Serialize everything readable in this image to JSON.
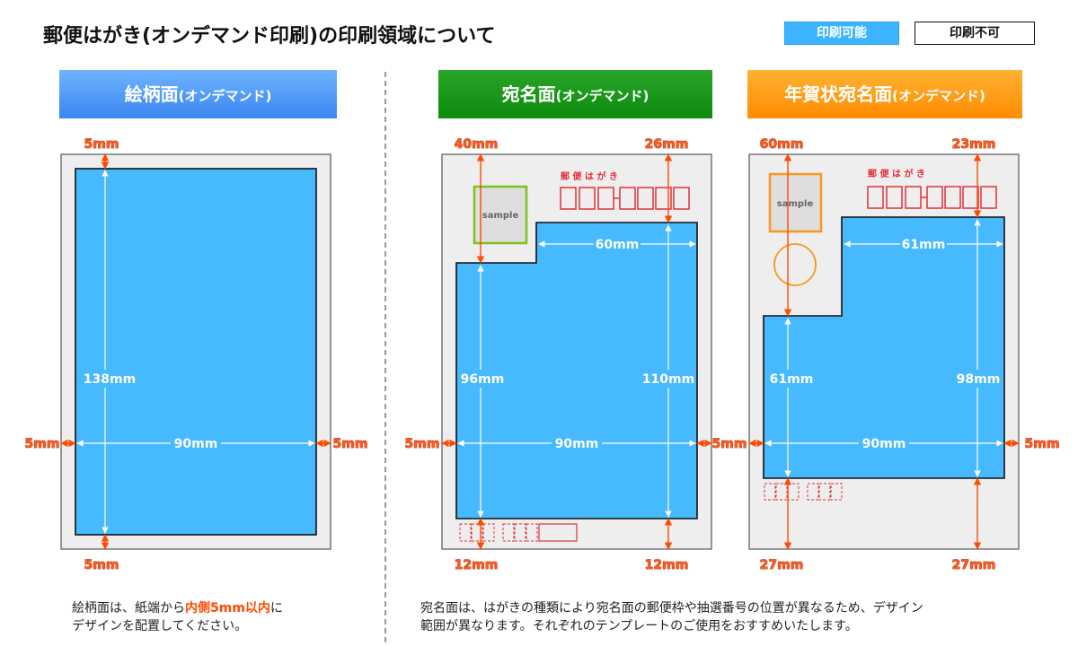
{
  "header": {
    "title": "郵便はがき(オンデマンド印刷)の印刷領域について",
    "legend_printable": "印刷可能",
    "legend_not_printable": "印刷不可"
  },
  "colors": {
    "printable": "#47b9ff",
    "not_printable": "#eeeeee",
    "dimension_arrow": "#ff4a00",
    "inner_arrow": "#ffffff",
    "postcode_frame": "#e0303a"
  },
  "panels": {
    "picture": {
      "title": "絵柄面",
      "subtitle": "(オンデマンド)",
      "top_margin": "5mm",
      "bottom_margin": "5mm",
      "left_margin": "5mm",
      "right_margin": "5mm",
      "width_label": "90mm",
      "height_label": "138mm"
    },
    "address": {
      "title": "宛名面",
      "subtitle": "(オンデマンド)",
      "top_left": "40mm",
      "top_right": "26mm",
      "bottom_left": "12mm",
      "bottom_right": "12mm",
      "left_margin": "5mm",
      "upper_width": "60mm",
      "width_label": "90mm",
      "left_height": "96mm",
      "right_height": "110mm",
      "postcode_label": "郵 便 は が き",
      "stamp_text": "sample"
    },
    "newyear": {
      "title": "年賀状宛名面",
      "subtitle": "(オンデマンド)",
      "top_left": "60mm",
      "top_right": "23mm",
      "bottom_left": "27mm",
      "bottom_right": "27mm",
      "left_margin": "5mm",
      "right_margin": "5mm",
      "upper_width": "61mm",
      "width_label": "90mm",
      "left_height": "61mm",
      "right_height": "98mm",
      "postcode_label": "郵 便 は が き",
      "stamp_text": "sample"
    }
  },
  "captions": {
    "picture_before": "絵柄面は、紙端から",
    "picture_highlight": "内側5mm以内",
    "picture_after": "に",
    "picture_line2": "デザインを配置してください。",
    "address_line1": "宛名面は、はがきの種類により宛名面の郵便枠や抽選番号の位置が異なるため、デザイン",
    "address_line2": "範囲が異なります。それぞれのテンプレートのご使用をおすすめいたします。"
  }
}
